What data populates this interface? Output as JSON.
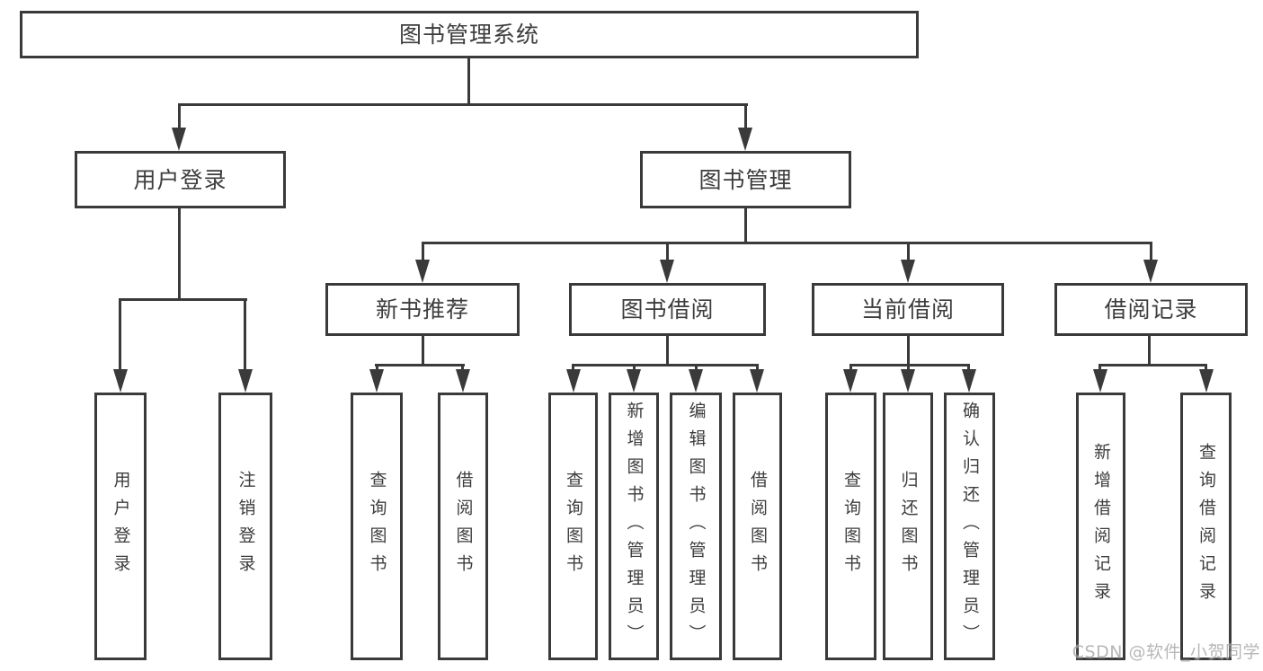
{
  "colors": {
    "background": "#ffffff",
    "line": "#3a3a3a",
    "text": "#3d3d3d",
    "watermark": "#919191"
  },
  "icons": {
    "connector_arrow": "arrow-down-triangle"
  },
  "tree": {
    "label": "图书管理系统",
    "children": [
      {
        "label": "用户登录",
        "children": [
          {
            "label": "用户登录"
          },
          {
            "label": "注销登录"
          }
        ]
      },
      {
        "label": "图书管理",
        "children": [
          {
            "label": "新书推荐",
            "children": [
              {
                "label": "查询图书"
              },
              {
                "label": "借阅图书"
              }
            ]
          },
          {
            "label": "图书借阅",
            "children": [
              {
                "label": "查询图书"
              },
              {
                "label": "新增图书（管理员）"
              },
              {
                "label": "编辑图书（管理员）"
              },
              {
                "label": "借阅图书"
              }
            ]
          },
          {
            "label": "当前借阅",
            "children": [
              {
                "label": "查询图书"
              },
              {
                "label": "归还图书"
              },
              {
                "label": "确认归还（管理员）"
              }
            ]
          },
          {
            "label": "借阅记录",
            "children": [
              {
                "label": "新增借阅记录"
              },
              {
                "label": "查询借阅记录"
              }
            ]
          }
        ]
      }
    ]
  },
  "watermark": {
    "text": "CSDN @软件_小贺同学"
  }
}
